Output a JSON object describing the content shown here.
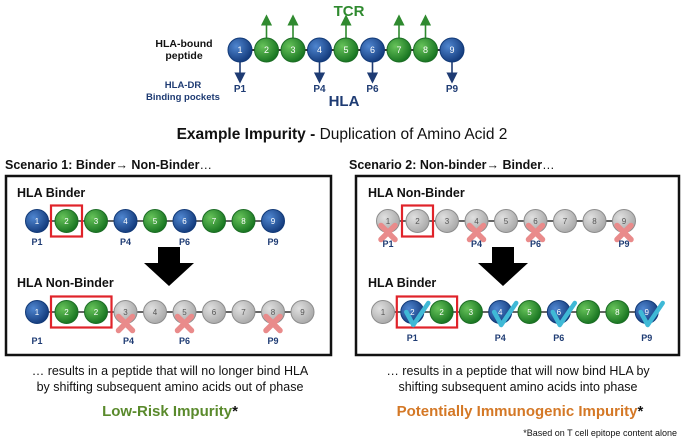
{
  "top": {
    "tcr_label": "TCR",
    "peptide_label_line1": "HLA-bound",
    "peptide_label_line2": "peptide",
    "pockets_label_line1": "HLA-DR",
    "pockets_label_line2": "Binding pockets",
    "hla_label": "HLA",
    "beads": [
      {
        "n": "1",
        "color": "blue",
        "arrow": "down",
        "pocket": "P1"
      },
      {
        "n": "2",
        "color": "green",
        "arrow": "up",
        "pocket": ""
      },
      {
        "n": "3",
        "color": "green",
        "arrow": "up",
        "pocket": ""
      },
      {
        "n": "4",
        "color": "blue",
        "arrow": "down",
        "pocket": "P4"
      },
      {
        "n": "5",
        "color": "green",
        "arrow": "up",
        "pocket": ""
      },
      {
        "n": "6",
        "color": "blue",
        "arrow": "down",
        "pocket": "P6"
      },
      {
        "n": "7",
        "color": "green",
        "arrow": "up",
        "pocket": ""
      },
      {
        "n": "8",
        "color": "green",
        "arrow": "up",
        "pocket": ""
      },
      {
        "n": "9",
        "color": "blue",
        "arrow": "down",
        "pocket": "P9"
      }
    ]
  },
  "title": {
    "bold": "Example Impurity -",
    "normal": " Duplication of Amino Acid 2"
  },
  "scenario1": {
    "heading": "Scenario 1: Binder→ Non-Binder",
    "heading_suffix": "…",
    "upper_label": "HLA Binder",
    "upper_beads": [
      {
        "n": "1",
        "color": "blue"
      },
      {
        "n": "2",
        "color": "green",
        "boxed": true
      },
      {
        "n": "3",
        "color": "green"
      },
      {
        "n": "4",
        "color": "blue"
      },
      {
        "n": "5",
        "color": "green"
      },
      {
        "n": "6",
        "color": "blue"
      },
      {
        "n": "7",
        "color": "green"
      },
      {
        "n": "8",
        "color": "green"
      },
      {
        "n": "9",
        "color": "blue"
      }
    ],
    "upper_pockets": [
      "P1",
      "P4",
      "P6",
      "P9"
    ],
    "lower_label": "HLA Non-Binder",
    "lower_beads": [
      {
        "n": "1",
        "color": "blue"
      },
      {
        "n": "2",
        "color": "green",
        "boxed": true
      },
      {
        "n": "2",
        "color": "green",
        "boxed": true
      },
      {
        "n": "3",
        "color": "gray",
        "mark": "x"
      },
      {
        "n": "4",
        "color": "gray"
      },
      {
        "n": "5",
        "color": "gray",
        "mark": "x"
      },
      {
        "n": "6",
        "color": "gray"
      },
      {
        "n": "7",
        "color": "gray"
      },
      {
        "n": "8",
        "color": "gray",
        "mark": "x"
      },
      {
        "n": "9",
        "color": "gray"
      }
    ],
    "lower_pockets": [
      "P1",
      "P4",
      "P6",
      "P9"
    ],
    "caption_line1": "… results in a peptide that will no longer bind HLA",
    "caption_line2": "by shifting subsequent amino acids out of phase",
    "verdict": "Low-Risk Impurity",
    "verdict_suffix": "*",
    "verdict_color": "#5a8a2c"
  },
  "scenario2": {
    "heading": "Scenario 2: Non-binder→ Binder",
    "heading_suffix": "…",
    "upper_label": "HLA Non-Binder",
    "upper_beads": [
      {
        "n": "1",
        "color": "gray",
        "mark": "x"
      },
      {
        "n": "2",
        "color": "gray",
        "boxed": true
      },
      {
        "n": "3",
        "color": "gray"
      },
      {
        "n": "4",
        "color": "gray",
        "mark": "x"
      },
      {
        "n": "5",
        "color": "gray"
      },
      {
        "n": "6",
        "color": "gray",
        "mark": "x"
      },
      {
        "n": "7",
        "color": "gray"
      },
      {
        "n": "8",
        "color": "gray"
      },
      {
        "n": "9",
        "color": "gray",
        "mark": "x"
      }
    ],
    "upper_pockets": [
      "P1",
      "P4",
      "P6",
      "P9"
    ],
    "lower_label": "HLA Binder",
    "lower_beads": [
      {
        "n": "1",
        "color": "gray"
      },
      {
        "n": "2",
        "color": "blue",
        "boxed": true,
        "mark": "check"
      },
      {
        "n": "2",
        "color": "green",
        "boxed": true
      },
      {
        "n": "3",
        "color": "green"
      },
      {
        "n": "4",
        "color": "blue",
        "mark": "check"
      },
      {
        "n": "5",
        "color": "green"
      },
      {
        "n": "6",
        "color": "blue",
        "mark": "check"
      },
      {
        "n": "7",
        "color": "green"
      },
      {
        "n": "8",
        "color": "green"
      },
      {
        "n": "9",
        "color": "blue",
        "mark": "check"
      }
    ],
    "lower_pockets": [
      "P1",
      "P4",
      "P6",
      "P9"
    ],
    "caption_line1": "… results in a peptide that will now bind HLA by",
    "caption_line2": "shifting subsequent amino acids into phase",
    "verdict": "Potentially Immunogenic Impurity",
    "verdict_suffix": "*",
    "verdict_color": "#d47826"
  },
  "footnote": "*Based on T cell epitope content alone",
  "colors": {
    "blue": "#1f5aa6",
    "green": "#2f9a3a",
    "gray": "#c4c4c4",
    "navy": "#1e3b73",
    "tcr_green": "#2f8a2f",
    "red_box": "#e0232a",
    "x_mark": "#e98b8b",
    "check_mark": "#3fb9d6"
  }
}
